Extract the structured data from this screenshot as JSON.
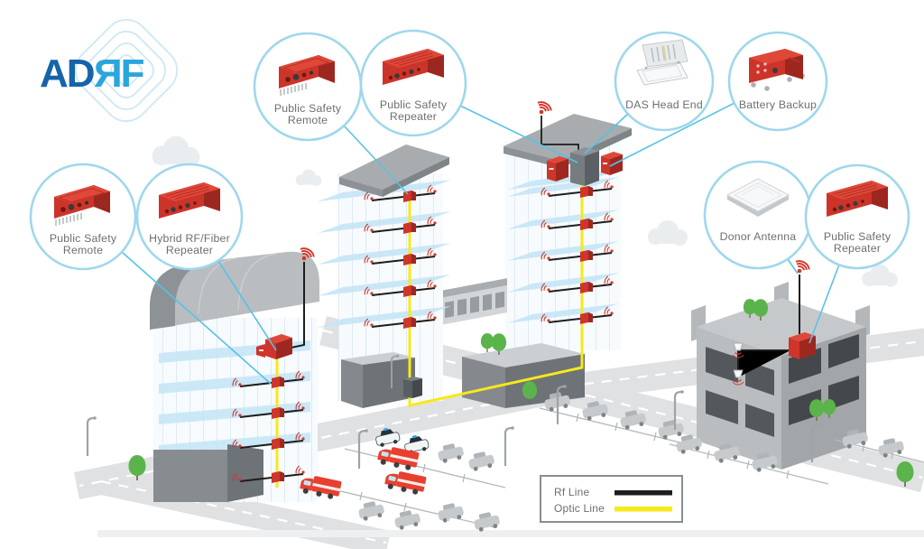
{
  "logo": {
    "text_dark": "AD",
    "text_light": "ЯF",
    "color_dark": "#1763A9",
    "color_light": "#2AA5DE"
  },
  "callouts": [
    {
      "id": "public-safety-remote-top",
      "label_lines": [
        "Public Safety",
        "Remote"
      ]
    },
    {
      "id": "public-safety-repeater-top",
      "label_lines": [
        "Public Safety",
        "Repeater"
      ]
    },
    {
      "id": "das-head-end",
      "label_lines": [
        "DAS Head End"
      ]
    },
    {
      "id": "battery-backup",
      "label_lines": [
        "Battery Backup"
      ]
    },
    {
      "id": "public-safety-remote-left",
      "label_lines": [
        "Public Safety",
        "Remote"
      ]
    },
    {
      "id": "hybrid-rf-fiber-repeater",
      "label_lines": [
        "Hybrid RF/Fiber",
        "Repeater"
      ]
    },
    {
      "id": "donor-antenna",
      "label_lines": [
        "Donor Antenna"
      ]
    },
    {
      "id": "public-safety-repeater-right",
      "label_lines": [
        "Public Safety",
        "Repeater"
      ]
    }
  ],
  "legend": {
    "rf_label": "Rf Line",
    "optic_label": "Optic Line",
    "rf_color": "#1D1D1B",
    "optic_color": "#F7E91A"
  },
  "colors": {
    "device_red": "#CC342A",
    "callout_ring": "#9FD7ED",
    "connector_line": "#56C2E8",
    "optic_line": "#F7E91A",
    "rf_line": "#1D1D1B",
    "label_text": "#6D6E71"
  },
  "icons": {
    "donor_signal": "wifi-signal-icon",
    "floor_antenna": "rf-antenna-icon",
    "ceiling_antenna": "dome-antenna-icon"
  }
}
